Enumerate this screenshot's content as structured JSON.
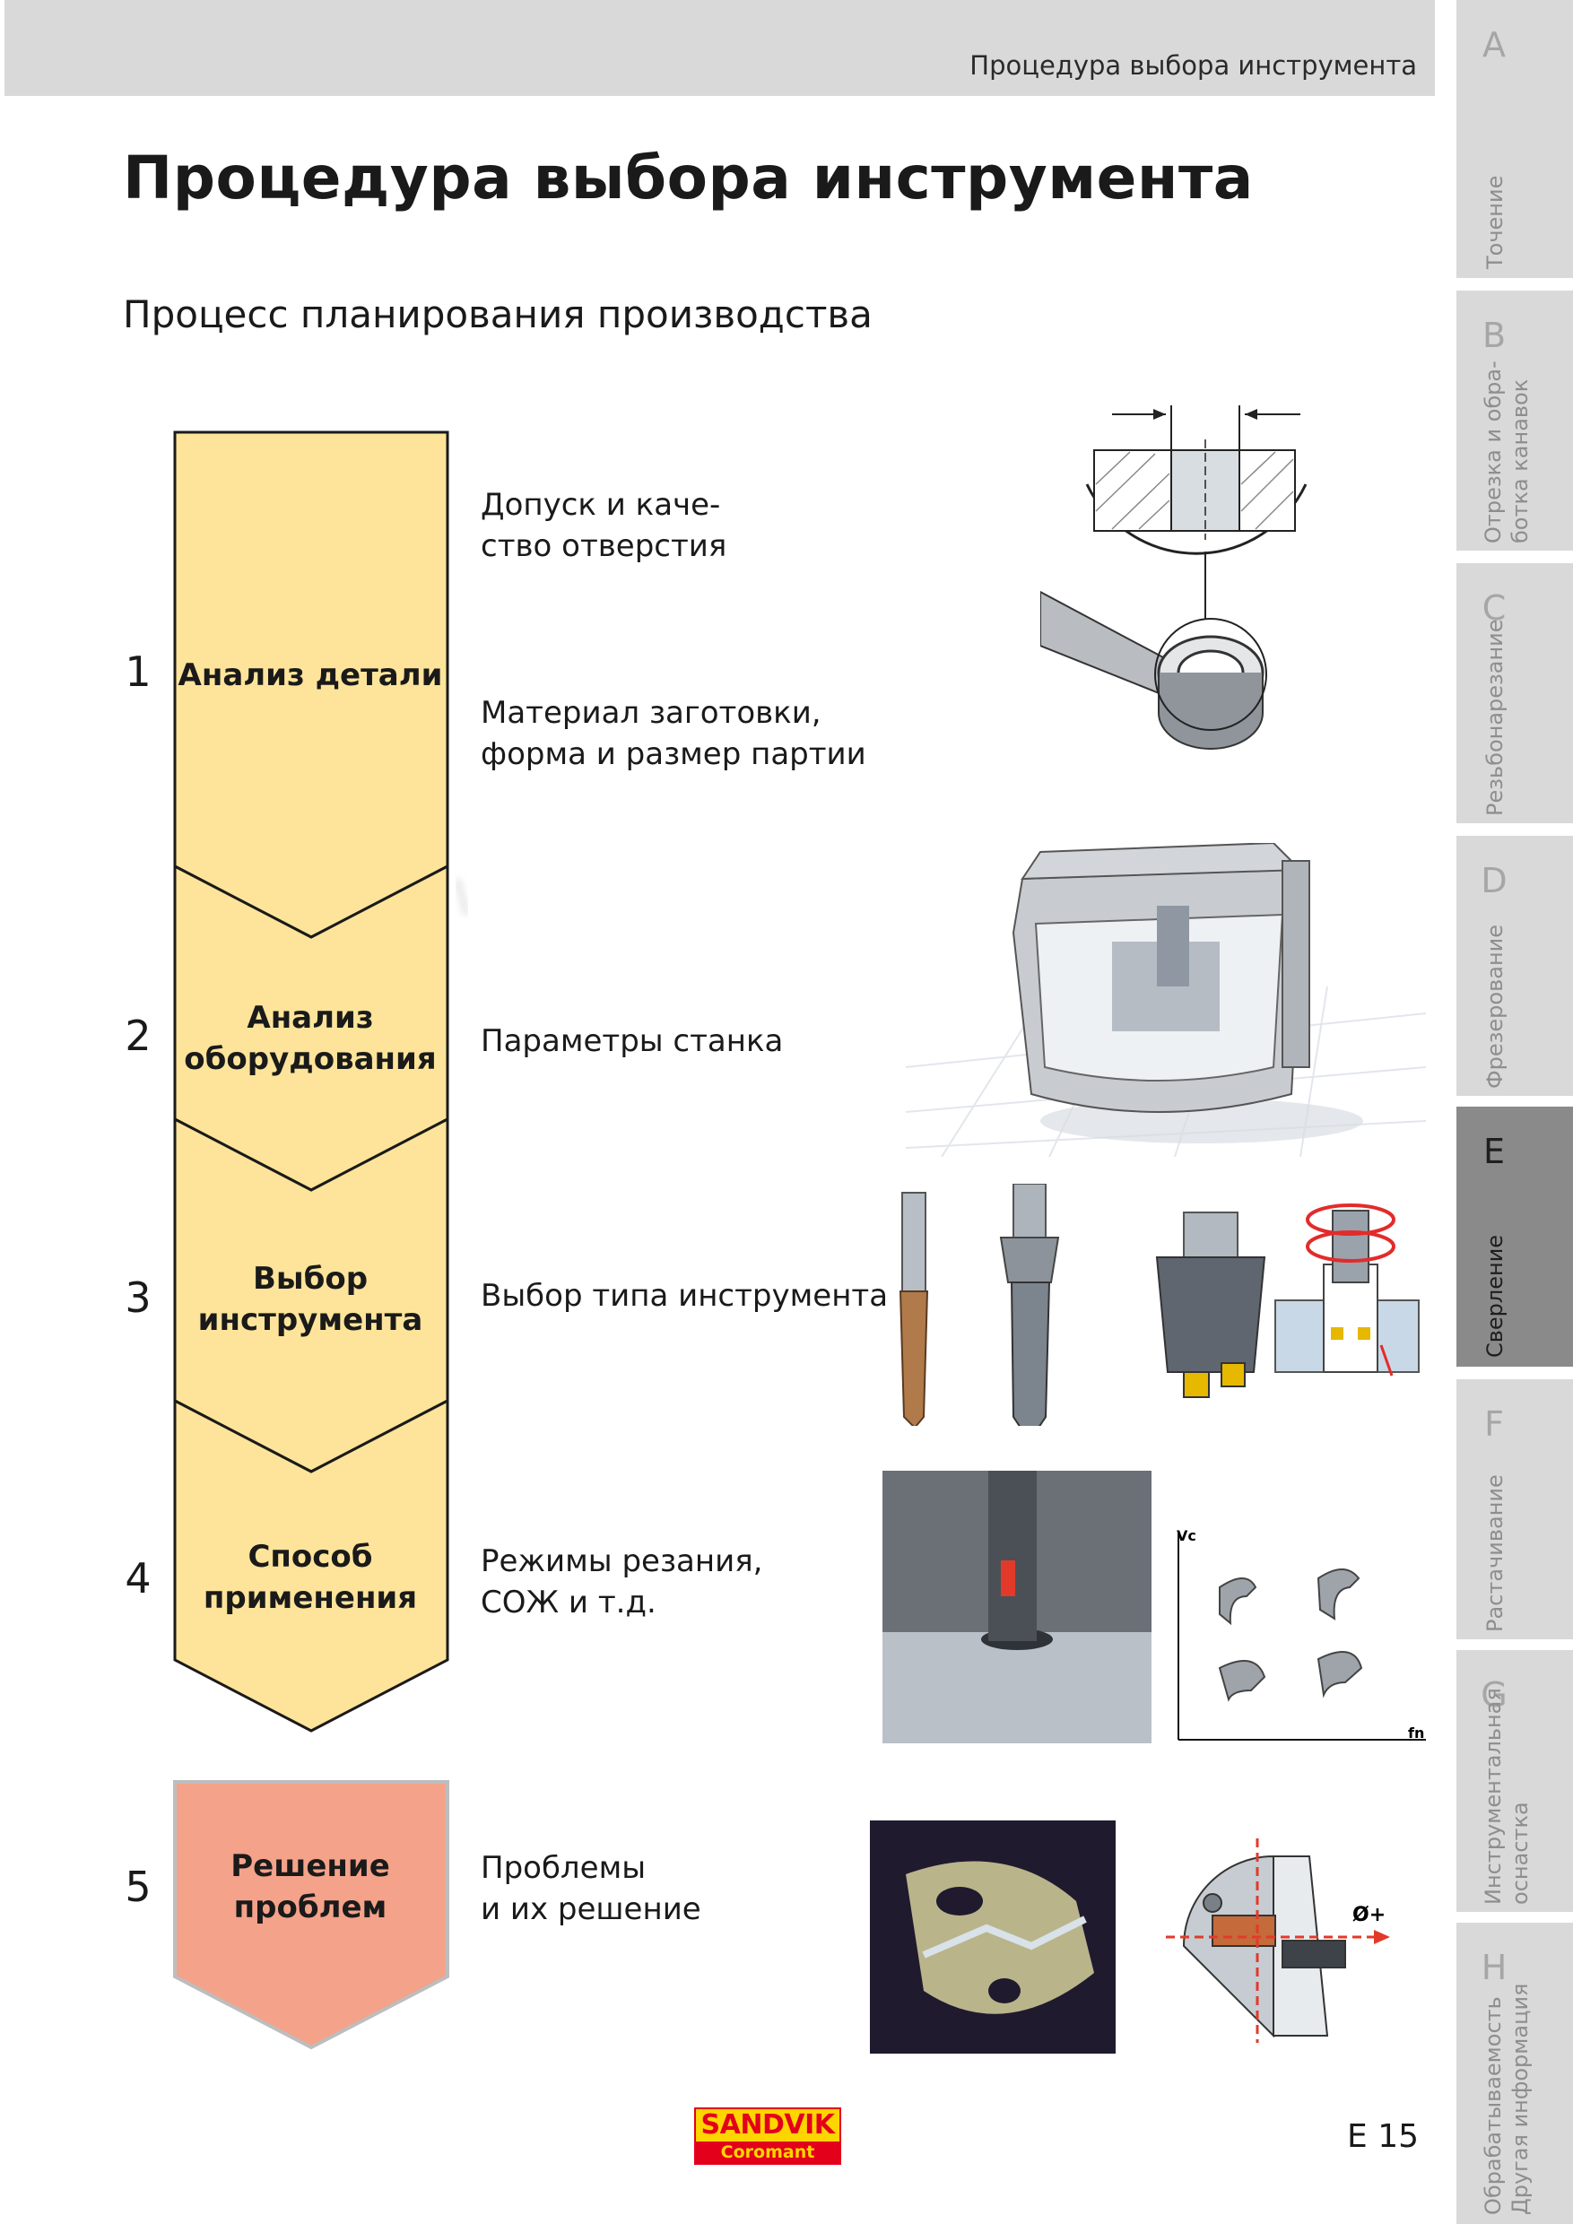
{
  "header": {
    "running_title": "Процедура выбора инструмента"
  },
  "title": "Процедура выбора инструмента",
  "subtitle": "Процесс планирования производства",
  "steps": [
    {
      "number": "1",
      "label_lines": [
        "Анализ детали"
      ],
      "text_blocks": [
        [
          "Допуск и каче-",
          "ство отверстия"
        ],
        [
          "Материал заготовки,",
          "форма и размер партии"
        ]
      ]
    },
    {
      "number": "2",
      "label_lines": [
        "Анализ",
        "оборудования"
      ],
      "text_blocks": [
        [
          "Параметры станка"
        ]
      ]
    },
    {
      "number": "3",
      "label_lines": [
        "Выбор",
        "инструмента"
      ],
      "text_blocks": [
        [
          "Выбор типа инструмента"
        ]
      ]
    },
    {
      "number": "4",
      "label_lines": [
        "Способ",
        "применения"
      ],
      "text_blocks": [
        [
          "Режимы резания,",
          "СОЖ и т.д."
        ]
      ]
    },
    {
      "number": "5",
      "label_lines": [
        "Решение",
        "проблем"
      ],
      "text_blocks": [
        [
          "Проблемы",
          "и их решение"
        ]
      ]
    }
  ],
  "figures": {
    "chart_axis_y": "Vc",
    "chart_axis_x": "fn",
    "diameter_label": "Ø+"
  },
  "side_tabs": [
    {
      "letter": "A",
      "lines": [
        "Точение"
      ],
      "active": false
    },
    {
      "letter": "B",
      "lines": [
        "Отрезка и обра-",
        "ботка канавок"
      ],
      "active": false
    },
    {
      "letter": "C",
      "lines": [
        "Резьбонарезание"
      ],
      "active": false
    },
    {
      "letter": "D",
      "lines": [
        "Фрезерование"
      ],
      "active": false
    },
    {
      "letter": "E",
      "lines": [
        "Сверление"
      ],
      "active": true
    },
    {
      "letter": "F",
      "lines": [
        "Растачивание"
      ],
      "active": false
    },
    {
      "letter": "G",
      "lines": [
        "Инструментальная",
        "оснастка"
      ],
      "active": false
    },
    {
      "letter": "H",
      "lines": [
        "Обрабатываемость",
        "Другая информация"
      ],
      "active": false
    }
  ],
  "footer": {
    "logo_main": "SANDVIK",
    "logo_sub": "Coromant",
    "page_number": "E 15"
  },
  "colors": {
    "flow_fill": "#fde49a",
    "problem_fill": "#f4a28a",
    "active_tab": "#8a8a8a",
    "inactive_tab": "#d9d9da"
  }
}
